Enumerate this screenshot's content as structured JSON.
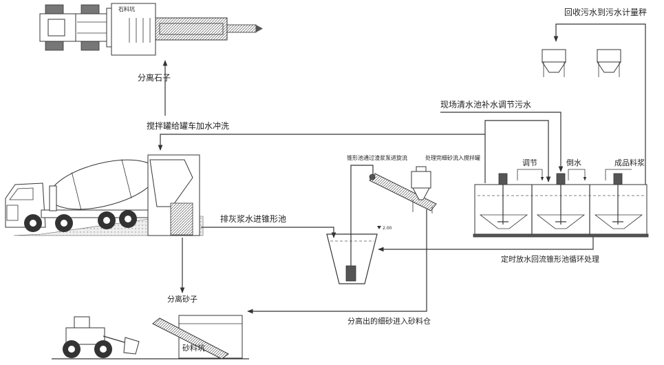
{
  "labels": {
    "stone_pit": "石料坑",
    "separate_stone": "分离石子",
    "mixer_washing": "搅拌罐给罐车加水冲洗",
    "slurry_to_cone": "排灰浆水进锥形池",
    "cone_to_cyclone": "锥形池通过渣浆泵进旋流",
    "fine_sand_to_mixer": "处理完细砂流入搅拌罐",
    "separate_sand": "分离砂子",
    "fine_sand_to_bin": "分高出的细砂进入砂料仓",
    "sand_pit": "砂料坑",
    "recycle_to_scale": "回收污水到污水计量秤",
    "clean_water_makeup": "现场清水池补水调节污水",
    "adjust": "调节",
    "pour_water": "倒水",
    "finished_slurry": "成品料浆",
    "timed_discharge": "定时放水回流锥形池循环处理",
    "level_mark": "2.00"
  },
  "colors": {
    "line": "#333333",
    "dark_fill": "#555555",
    "ground": "#e6e6e6",
    "background": "#ffffff"
  }
}
